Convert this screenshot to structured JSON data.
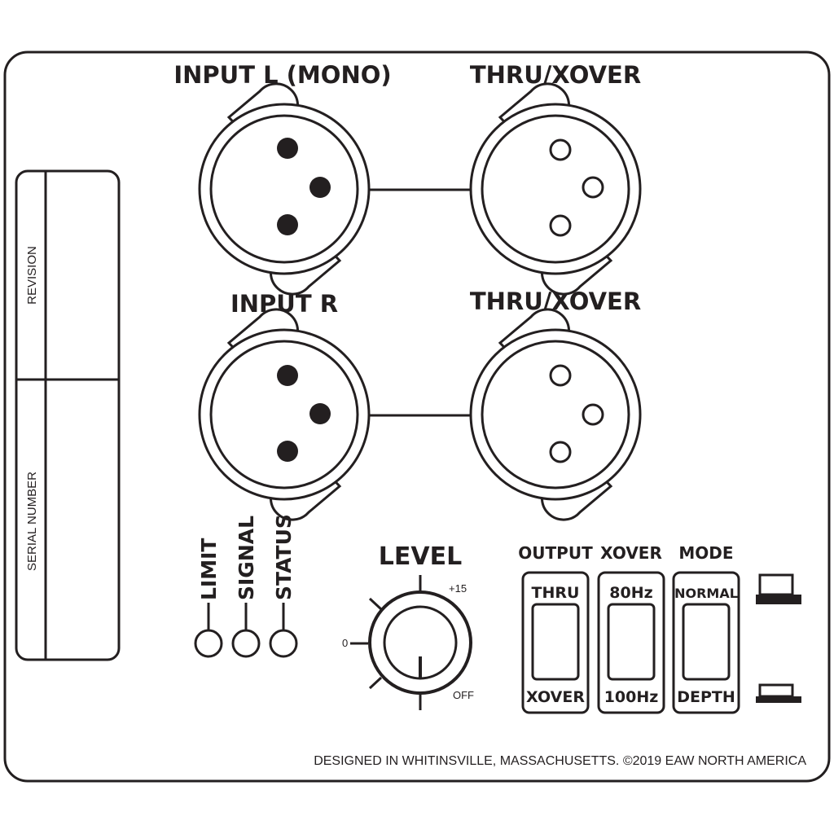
{
  "labels": {
    "input_l": "INPUT L (MONO)",
    "input_r": "INPUT R",
    "thru_1": "THRU/XOVER",
    "thru_2": "THRU/XOVER",
    "revision": "REVISION",
    "serial": "SERIAL NUMBER",
    "limit": "LIMIT",
    "signal": "SIGNAL",
    "status": "STATUS",
    "level": "LEVEL",
    "knob_max": "+15",
    "knob_mid": "0",
    "knob_off": "OFF",
    "footer": "DESIGNED IN WHITINSVILLE, MASSACHUSETTS. ©2019 EAW NORTH AMERICA"
  },
  "switches": [
    {
      "title": "OUTPUT",
      "top": "THRU",
      "bottom": "XOVER"
    },
    {
      "title": "XOVER",
      "top": "80Hz",
      "bottom": "100Hz"
    },
    {
      "title": "MODE",
      "top": "NORMAL",
      "bottom": "DEPTH"
    }
  ],
  "colors": {
    "ink": "#231f20",
    "background": "#ffffff"
  }
}
